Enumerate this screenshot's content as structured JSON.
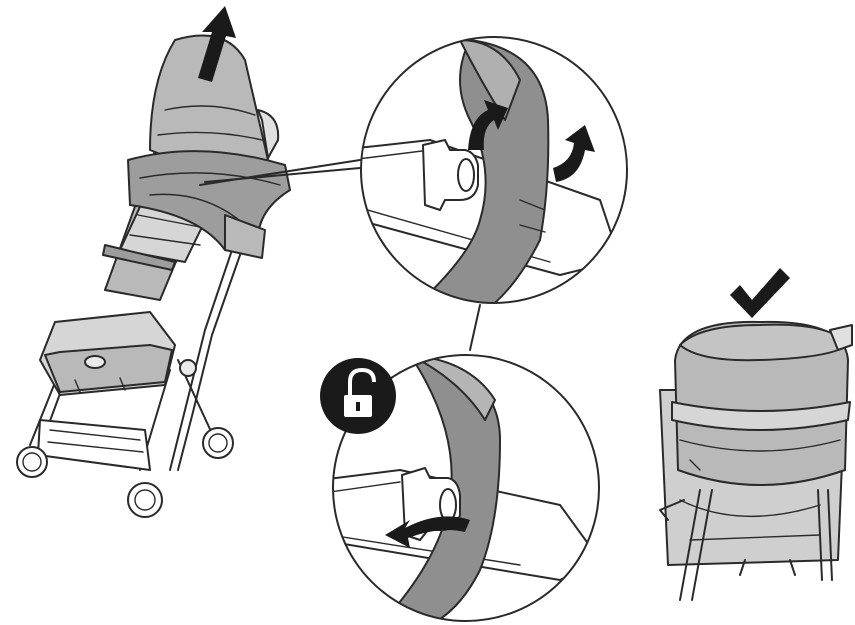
{
  "diagram": {
    "steps": [
      {
        "id": "pull-up",
        "icon": "arrow-up-icon"
      },
      {
        "id": "rotate-hooks",
        "icon": "rotate-arrow-icon"
      },
      {
        "id": "unhook",
        "icon": "unlock-icon"
      },
      {
        "id": "result",
        "icon": "check-icon"
      }
    ]
  },
  "colors": {
    "outline": "#2a2a2a",
    "fabric": "#b9b9b9",
    "fabric_dark": "#9d9d9d",
    "fabric_light": "#d6d6d6",
    "icon_dark": "#1a1a1a",
    "background": "#ffffff"
  }
}
